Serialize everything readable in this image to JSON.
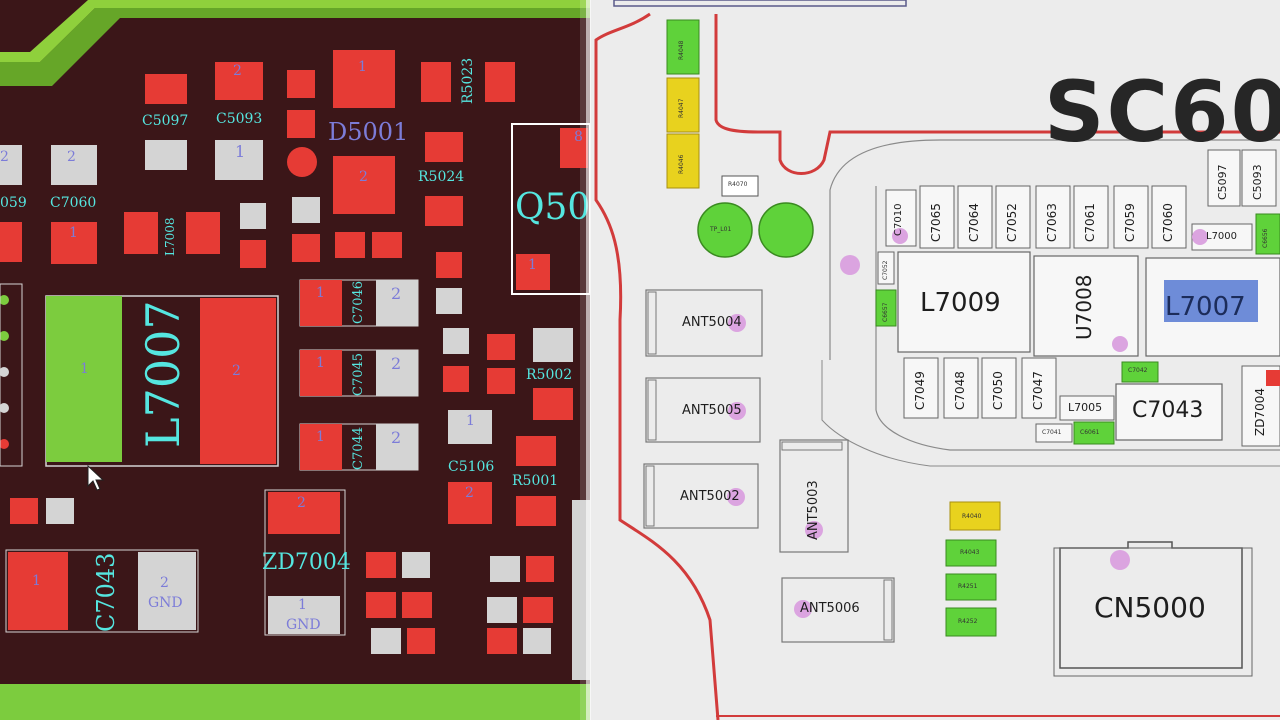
{
  "left_view": {
    "components": {
      "C5097": "C5097",
      "C5093": "C5093",
      "D5001": "D5001",
      "R5023": "R5023",
      "R5024": "R5024",
      "Q500": "Q50",
      "C7060": "C7060",
      "C7059": "059",
      "L7008": "L7008",
      "L7007": "L7007",
      "C7046": "C7046",
      "C7045": "C7045",
      "C7044": "C7044",
      "R5002": "R5002",
      "C5106": "C5106",
      "R5001": "R5001",
      "C7043": "C7043",
      "ZD7004": "ZD7004"
    },
    "pins": {
      "one": "1",
      "two": "2",
      "eight": "8",
      "gnd": "GND"
    }
  },
  "right_view": {
    "title": "SC60",
    "components": {
      "R4048": "R4048",
      "R4047": "R4047",
      "R4046": "R4046",
      "R4070": "R4070",
      "TP_L01": "TP_L01",
      "ANT5004": "ANT5004",
      "ANT5005": "ANT5005",
      "ANT5002": "ANT5002",
      "ANT5003": "ANT5003",
      "ANT5006": "ANT5006",
      "C7010": "C7010",
      "C7065": "C7065",
      "C7064": "C7064",
      "C7052": "C7052",
      "C7063": "C7063",
      "C7061": "C7061",
      "C7059": "C7059",
      "C7060": "C7060",
      "C5097": "C5097",
      "C5093": "C5093",
      "L7000": "L7000",
      "C6656": "C6656",
      "C7052s": "C7052",
      "C6657": "C6657",
      "L7009": "L7009",
      "U7008": "U7008",
      "L7007": "L7007",
      "C7049": "C7049",
      "C7048": "C7048",
      "C7050": "C7050",
      "C7047": "C7047",
      "L7005": "L7005",
      "C7042": "C7042",
      "C7043": "C7043",
      "C7041": "C7041",
      "C6061": "C6061",
      "ZD7004": "ZD7004",
      "R4040": "R4040",
      "R4043": "R4043",
      "R4251": "R4251",
      "R4252": "R4252",
      "CN5000": "CN5000"
    }
  },
  "colors": {
    "left_bg": "#3b1618",
    "pad_red": "#e63b35",
    "pad_gray": "#d4d4d4",
    "highlight_green": "#7ccc3e",
    "label_cyan": "#55e6e0",
    "label_purple": "#7c7cd8",
    "right_bg": "#ececec",
    "trace_red": "#d23b3b",
    "pad_green": "#5fd23a",
    "pad_yellow": "#e8d21e",
    "highlight_blue": "#6e8cd8",
    "test_point_pink": "#dba4e0"
  },
  "icons": [
    "mouse-cursor-icon"
  ]
}
